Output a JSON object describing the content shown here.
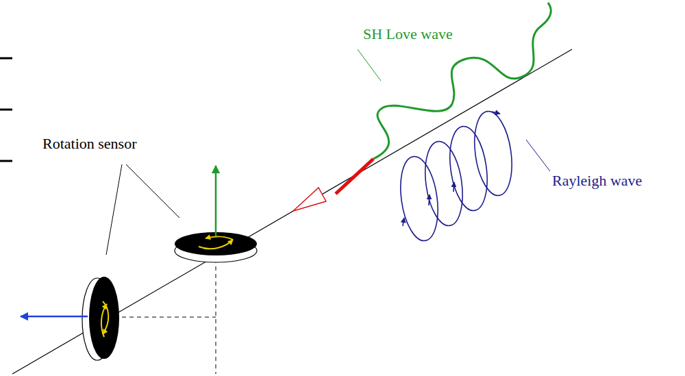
{
  "diagram": {
    "labels": [
      "SH Love wave",
      "Rotation sensor",
      "Rayleigh wave"
    ]
  }
}
